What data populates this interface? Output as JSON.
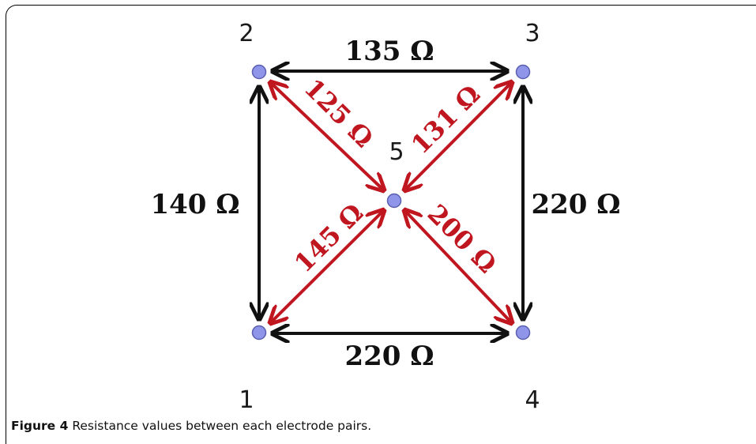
{
  "diagram": {
    "nodes": [
      {
        "id": "1",
        "label": "1"
      },
      {
        "id": "2",
        "label": "2"
      },
      {
        "id": "3",
        "label": "3"
      },
      {
        "id": "4",
        "label": "4"
      },
      {
        "id": "5",
        "label": "5"
      }
    ],
    "edges": [
      {
        "from": "2",
        "to": "3",
        "label": "135 Ω",
        "kind": "outer"
      },
      {
        "from": "1",
        "to": "4",
        "label": "220 Ω",
        "kind": "outer"
      },
      {
        "from": "1",
        "to": "2",
        "label": "140 Ω",
        "kind": "outer"
      },
      {
        "from": "3",
        "to": "4",
        "label": "220 Ω",
        "kind": "outer"
      },
      {
        "from": "2",
        "to": "5",
        "label": "125 Ω",
        "kind": "diagonal"
      },
      {
        "from": "3",
        "to": "5",
        "label": "131 Ω",
        "kind": "diagonal"
      },
      {
        "from": "1",
        "to": "5",
        "label": "145 Ω",
        "kind": "diagonal"
      },
      {
        "from": "4",
        "to": "5",
        "label": "200 Ω",
        "kind": "diagonal"
      }
    ],
    "colors": {
      "outer_arrow": "#111111",
      "diagonal_arrow": "#c0161f",
      "node_fill": "#8f95e8",
      "node_stroke": "#5a5fb0"
    }
  },
  "caption": {
    "figure_label": "Figure 4",
    "text": "Resistance values between each electrode pairs."
  }
}
